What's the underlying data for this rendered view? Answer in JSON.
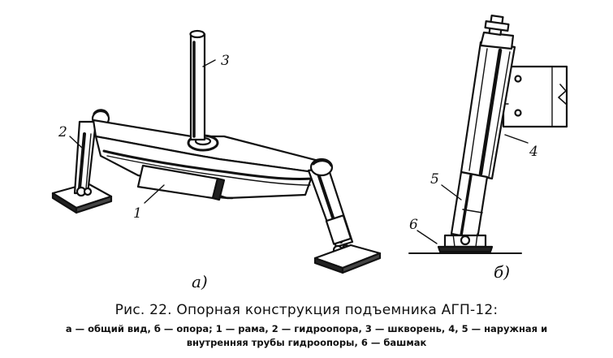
{
  "figure": {
    "callouts": {
      "frame": "1",
      "hydro_support_left": "2",
      "kingpin": "3",
      "outer_tube": "4",
      "inner_tube": "5",
      "shoe": "6"
    },
    "sublabels": {
      "general_view": "а)",
      "support": "б)"
    }
  },
  "caption": {
    "title": "Рис. 22. Опорная конструкция подъемника АГП-12:",
    "line1": "а — общий вид, б — опора; 1 — рама, 2 — гидроопора, 3 — шкворень, 4, 5 — наружная и",
    "line2": "внутренняя трубы гидроопоры, 6 — башмак"
  }
}
